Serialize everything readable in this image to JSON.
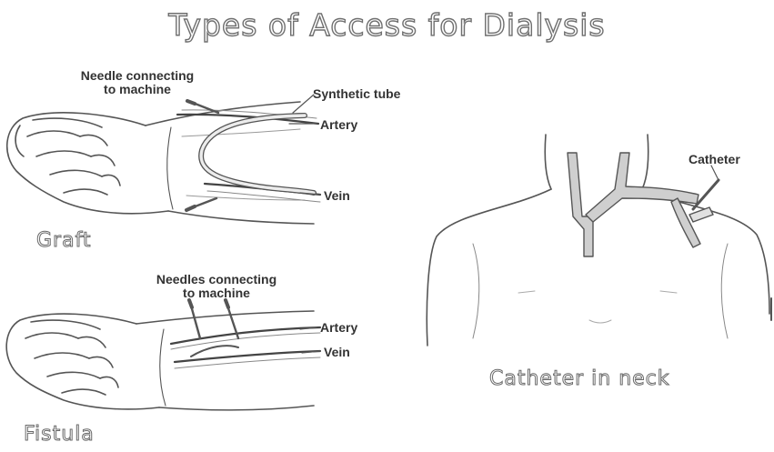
{
  "title": "Types of Access for Dialysis",
  "graft": {
    "caption": "Graft",
    "needle_label_line1": "Needle connecting",
    "needle_label_line2": "to machine",
    "tube_label": "Synthetic tube",
    "artery_label": "Artery",
    "vein_label": "Vein"
  },
  "fistula": {
    "caption": "Fistula",
    "needles_label_line1": "Needles connecting",
    "needles_label_line2": "to machine",
    "artery_label": "Artery",
    "vein_label": "Vein"
  },
  "catheter": {
    "caption": "Catheter in neck",
    "label": "Catheter"
  }
}
